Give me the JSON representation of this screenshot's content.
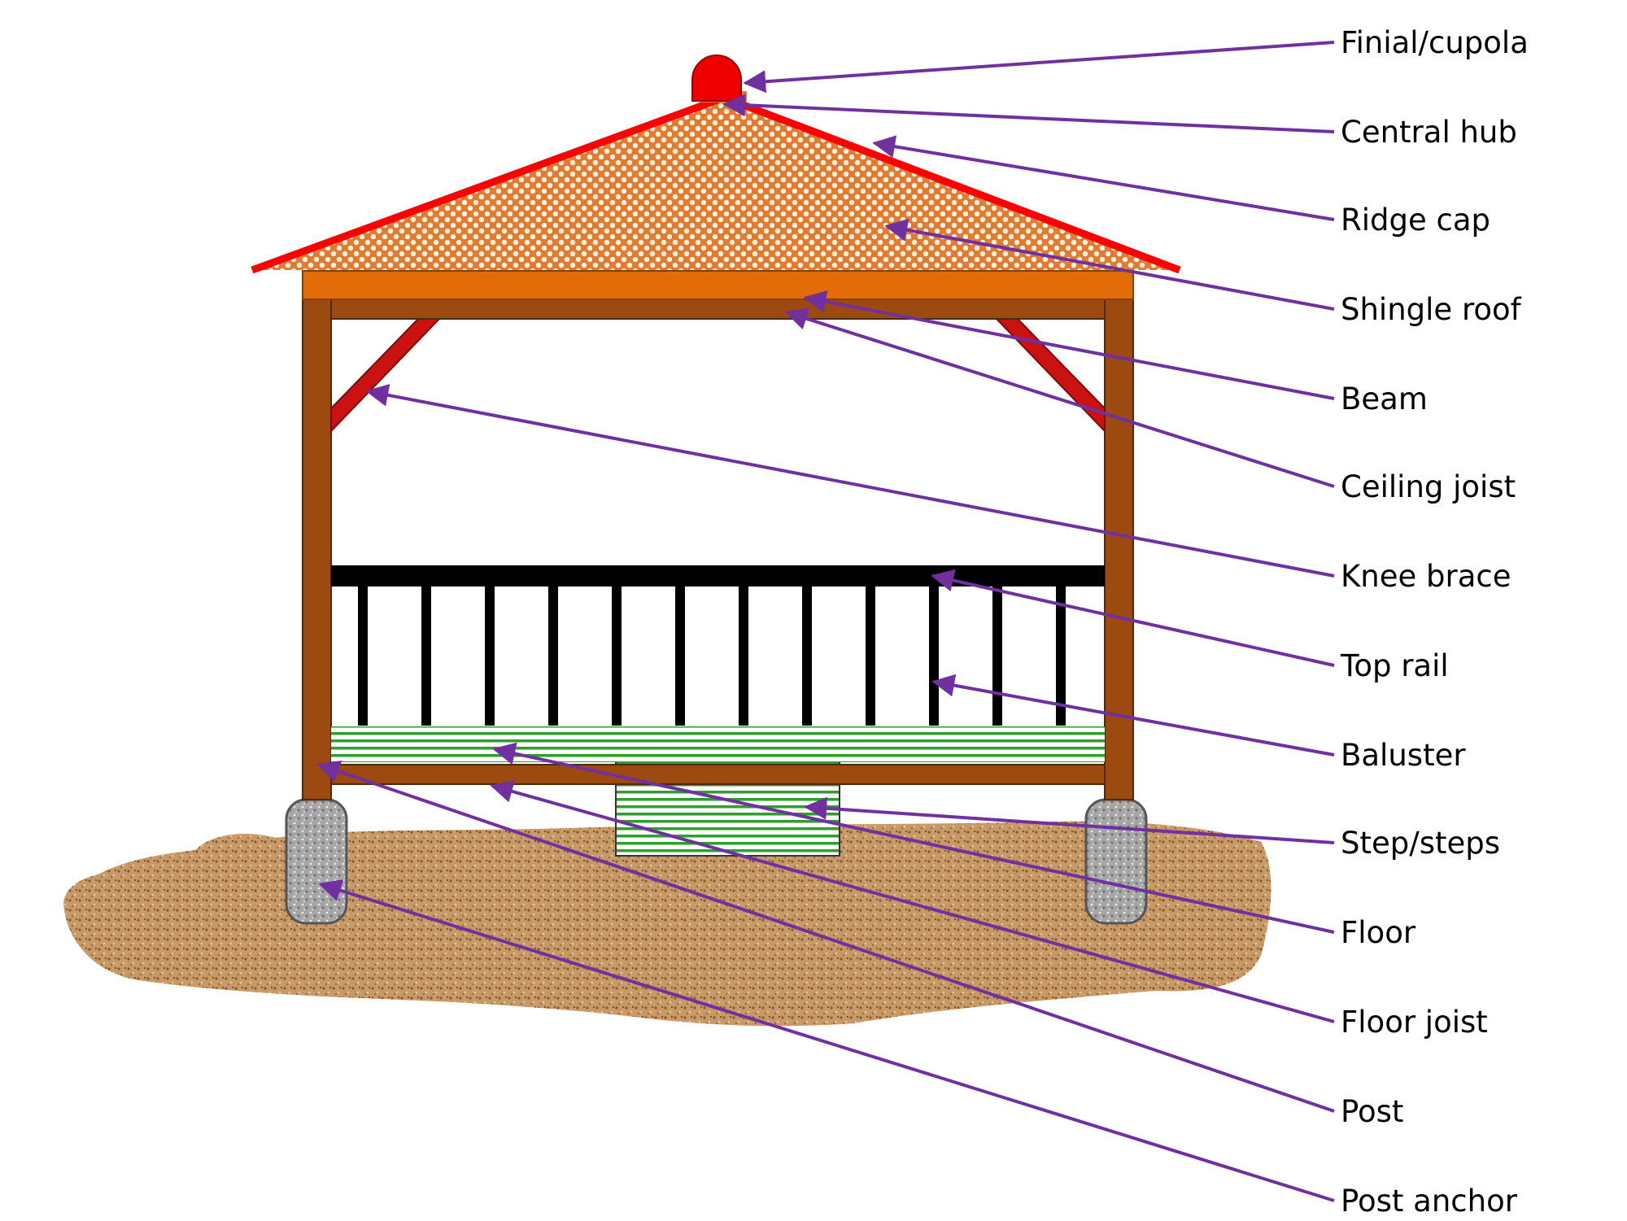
{
  "diagram": {
    "labels": [
      {
        "key": "finial",
        "text": "Finial/cupola"
      },
      {
        "key": "hub",
        "text": "Central hub"
      },
      {
        "key": "ridge",
        "text": "Ridge cap"
      },
      {
        "key": "shingle",
        "text": "Shingle roof"
      },
      {
        "key": "beam",
        "text": "Beam"
      },
      {
        "key": "ceiling-joist",
        "text": "Ceiling joist"
      },
      {
        "key": "knee-brace",
        "text": "Knee brace"
      },
      {
        "key": "top-rail",
        "text": "Top rail"
      },
      {
        "key": "baluster",
        "text": "Baluster"
      },
      {
        "key": "steps",
        "text": "Step/steps"
      },
      {
        "key": "floor",
        "text": "Floor"
      },
      {
        "key": "floor-joist",
        "text": "Floor joist"
      },
      {
        "key": "post",
        "text": "Post"
      },
      {
        "key": "post-anchor",
        "text": "Post anchor"
      }
    ]
  },
  "colors": {
    "leader": "#7030A0",
    "roof_edge": "#FF0000",
    "roof_fill": "#E07A2E",
    "fascia": "#E36C09",
    "timber": "#9C4A10",
    "brace": "#CC1111",
    "rail": "#000000",
    "floor_stripe": "#2E9E2E",
    "ground": "#C89A68",
    "anchor": "#A8A8A8"
  }
}
